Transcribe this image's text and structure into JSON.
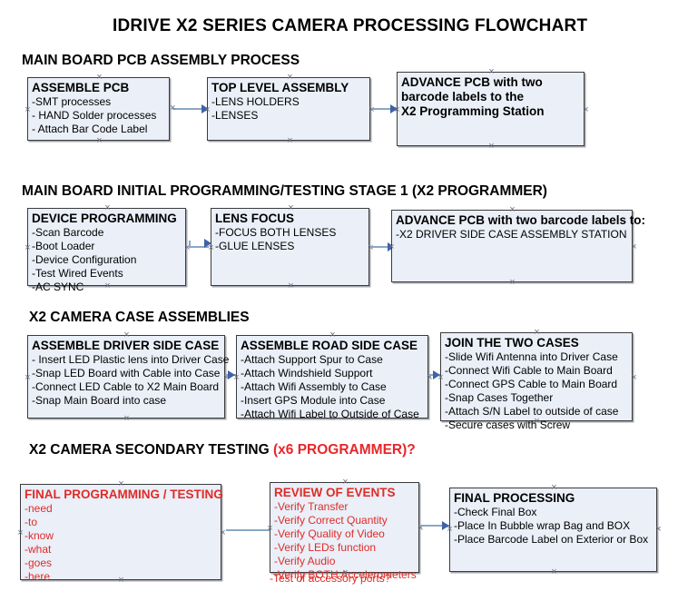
{
  "title": "IDRIVE X2  SERIES CAMERA PROCESSING FLOWCHART",
  "sections": [
    {
      "heading": "MAIN BOARD PCB ASSEMBLY PROCESS",
      "accent": ""
    },
    {
      "heading": "MAIN BOARD INITIAL PROGRAMMING/TESTING STAGE 1 (X2 PROGRAMMER)",
      "accent": ""
    },
    {
      "heading": "X2 CAMERA CASE ASSEMBLIES",
      "accent": ""
    },
    {
      "heading": "X2 CAMERA SECONDARY TESTING ",
      "accent": "(x6 PROGRAMMER)?"
    }
  ],
  "nodes": {
    "assemble_pcb": {
      "title": "ASSEMBLE PCB",
      "lines": [
        "-SMT processes",
        "- HAND Solder processes",
        "- Attach Bar Code Label"
      ]
    },
    "top_level_assembly": {
      "title": "TOP LEVEL ASSEMBLY",
      "lines": [
        "-LENS HOLDERS",
        "-LENSES"
      ]
    },
    "advance_pcb_1": {
      "title_lines": [
        "ADVANCE PCB with two",
        "barcode labels to the",
        " X2 Programming Station"
      ]
    },
    "device_programming": {
      "title": "DEVICE PROGRAMMING",
      "lines": [
        "-Scan Barcode",
        "-Boot Loader",
        "-Device Configuration",
        "-Test Wired Events",
        "-AC SYNC"
      ]
    },
    "lens_focus": {
      "title": "LENS FOCUS",
      "lines": [
        "-FOCUS BOTH LENSES",
        "-GLUE LENSES"
      ]
    },
    "advance_pcb_2": {
      "title": "ADVANCE PCB with two barcode labels to:",
      "lines": [
        "-X2 DRIVER  SIDE  CASE  ASSEMBLY STATION"
      ]
    },
    "driver_side_case": {
      "title": "ASSEMBLE DRIVER SIDE CASE",
      "lines": [
        "- Insert LED Plastic lens into Driver Case",
        "-Snap LED Board with Cable into Case",
        "-Connect LED Cable to X2 Main Board",
        "-Snap Main Board into case"
      ]
    },
    "road_side_case": {
      "title": "ASSEMBLE ROAD SIDE CASE",
      "lines": [
        "-Attach Support Spur to Case",
        "-Attach Windshield Support",
        "-Attach Wifi Assembly to Case",
        "-Insert GPS Module into Case",
        "-Attach Wifi Label to Outside of Case"
      ]
    },
    "join_cases": {
      "title": "JOIN THE TWO CASES",
      "lines": [
        "-Slide Wifi Antenna into Driver Case",
        "-Connect Wifi Cable to Main Board",
        "-Connect GPS Cable to Main Board",
        "-Snap Cases Together",
        "-Attach S/N Label to outside of case",
        "-Secure cases with Screw"
      ]
    },
    "final_programming": {
      "title": "FINAL PROGRAMMING / TESTING",
      "lines": [
        "-need",
        "-to",
        "-know",
        "-what",
        "-goes",
        "-here"
      ]
    },
    "review_of_events": {
      "title": "REVIEW OF EVENTS",
      "lines": [
        "-Verify Transfer",
        "-Verify Correct Quantity",
        "-Verify Quality of Video",
        "-Verify LEDs function",
        "-Verify Audio",
        "-Verify BOTH Accelerometers"
      ],
      "overflow_line": "-Test of accessory ports?"
    },
    "final_processing": {
      "title": "FINAL PROCESSING",
      "lines": [
        " -Check Final Box",
        "-Place In Bubble wrap Bag and BOX",
        "-Place Barcode Label on Exterior or Box"
      ]
    }
  },
  "colors": {
    "node_fill": "#eaeff8",
    "node_border": "#3a3a3a",
    "connector": "#8aa7c4",
    "arrowhead": "#3f63a8",
    "accent_red": "#e02b26",
    "text": "#000000"
  }
}
